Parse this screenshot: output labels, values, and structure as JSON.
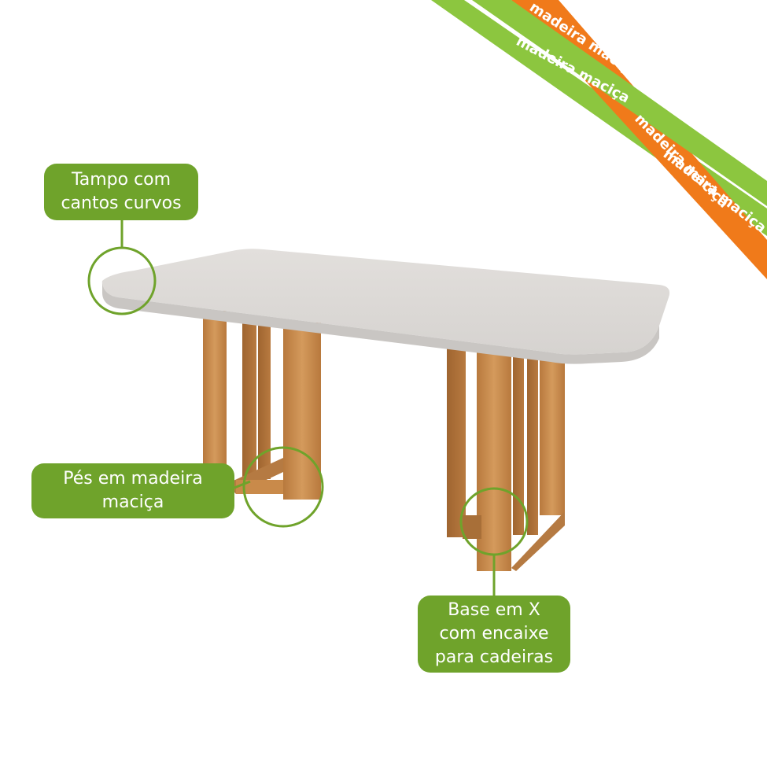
{
  "colors": {
    "callout_green": "#6fa32b",
    "ribbon_green": "#8cc63f",
    "ribbon_orange": "#f07a1a",
    "table_top": "#dcd9d6",
    "wood": "#c98a4a"
  },
  "ribbons": {
    "text": "madeira maciça"
  },
  "callouts": {
    "top": {
      "line1": "Tampo com",
      "line2": "cantos curvos"
    },
    "mid": {
      "line1": "Pés em madeira",
      "line2": "maciça"
    },
    "bottom": {
      "line1": "Base em X",
      "line2": "com encaixe",
      "line3": "para cadeiras"
    }
  }
}
